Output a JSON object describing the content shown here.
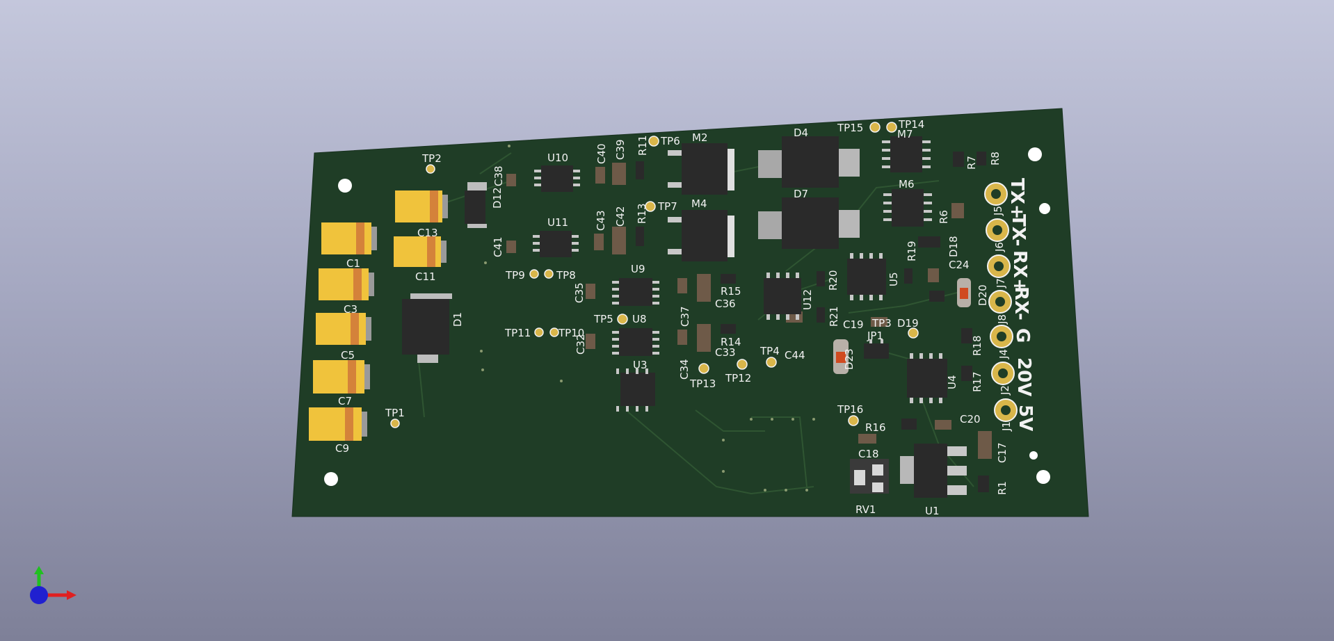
{
  "board": {
    "colors": {
      "soldermask": "#1f3d26",
      "trace": "#2e5230",
      "silkscreen": "#f2f2f2",
      "pad_gold": "#d9b64a",
      "tantalum_body": "#f0c33c",
      "tantalum_band": "#d4823a",
      "ic_body": "#2a2a2a",
      "pin": "#c8c8c8"
    },
    "labels": {
      "C1": "C1",
      "C3": "C3",
      "C5": "C5",
      "C7": "C7",
      "C9": "C9",
      "C11": "C11",
      "C13": "C13",
      "D1": "D1",
      "D4": "D4",
      "D7": "D7",
      "D12": "D12",
      "D18": "D18",
      "D19": "D19",
      "D20": "D20",
      "D23": "D23",
      "M2": "M2",
      "M4": "M4",
      "M6": "M6",
      "M7": "M7",
      "U1": "U1",
      "U3": "U3",
      "U4": "U4",
      "U5": "U5",
      "U8": "U8",
      "U9": "U9",
      "U10": "U10",
      "U11": "U11",
      "U12": "U12",
      "R1": "R1",
      "R6": "R6",
      "R7": "R7",
      "R8": "R8",
      "R11": "R11",
      "R13": "R13",
      "R14": "R14",
      "R15": "R15",
      "R16": "R16",
      "R17": "R17",
      "R18": "R18",
      "R19": "R19",
      "R20": "R20",
      "R21": "R21",
      "C17": "C17",
      "C18": "C18",
      "C19": "C19",
      "C20": "C20",
      "C24": "C24",
      "C32": "C32",
      "C33": "C33",
      "C34": "C34",
      "C35": "C35",
      "C36": "C36",
      "C37": "C37",
      "C38": "C38",
      "C39": "C39",
      "C40": "C40",
      "C41": "C41",
      "C42": "C42",
      "C43": "C43",
      "C44": "C44",
      "TP1": "TP1",
      "TP2": "TP2",
      "TP3": "TP3",
      "TP4": "TP4",
      "TP5": "TP5",
      "TP6": "TP6",
      "TP7": "TP7",
      "TP8": "TP8",
      "TP9": "TP9",
      "TP10": "TP10",
      "TP11": "TP11",
      "TP12": "TP12",
      "TP13": "TP13",
      "TP14": "TP14",
      "TP15": "TP15",
      "TP16": "TP16",
      "JP1": "JP1",
      "RV1": "RV1",
      "J1": "J1",
      "J2": "J2",
      "J4": "J4",
      "J5": "J5",
      "J6": "J6",
      "J7": "J7",
      "J8": "J8",
      "conn_TXp": "TX+",
      "conn_TXm": "TX-",
      "conn_RXp": "RX+",
      "conn_RXm": "RX-",
      "conn_G": "G",
      "conn_20V": "20V",
      "conn_5V": "5V"
    }
  },
  "axis_gizmo": {
    "x_color": "#e02020",
    "y_color": "#20c020",
    "z_color": "#2020d0"
  }
}
